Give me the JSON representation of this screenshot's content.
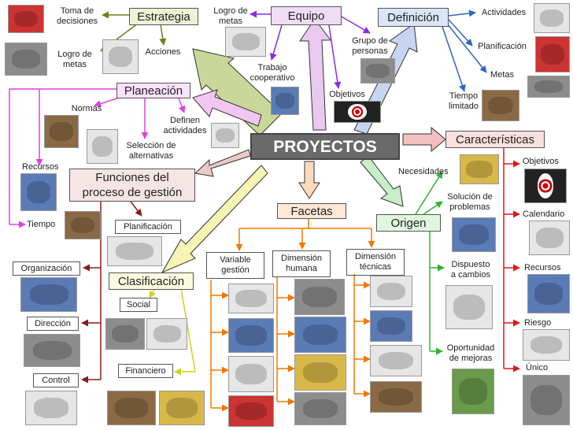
{
  "center": "PROYECTOS",
  "estrategia": {
    "title": "Estrategia",
    "toma": "Toma de\ndecisiones",
    "logro": "Logro de\nmetas",
    "acciones": "Acciones"
  },
  "equipo": {
    "title": "Equipo",
    "logro": "Logro de\nmetas",
    "trabajo": "Trabajo\ncooperativo",
    "grupo": "Grupo de\npersonas",
    "objetivos": "Objetivos"
  },
  "definicion": {
    "title": "Definición",
    "actividades": "Actividades",
    "planificacion": "Planificación",
    "metas": "Metas",
    "tiempo": "Tiempo\nlimitado"
  },
  "planeacion": {
    "title": "Planeación",
    "normas": "Normas",
    "definen": "Definen\nactividades",
    "seleccion": "Selección de\nalternativas",
    "recursos": "Recursos",
    "tiempo": "Tiempo"
  },
  "caracteristicas": {
    "title": "Características",
    "items": [
      "Objetivos",
      "Calendario",
      "Recursos",
      "Riesgo",
      "Único"
    ]
  },
  "funciones": {
    "title": "Funciones del\nproceso de gestión",
    "planificacion": "Planificación",
    "organizacion": "Organización",
    "direccion": "Dirección",
    "control": "Control"
  },
  "facetas": {
    "title": "Facetas",
    "variable": "Variable\ngestión",
    "humana": "Dimensión\nhumana",
    "tecnicas": "Dimensión\ntécnicas"
  },
  "origen": {
    "title": "Origen",
    "necesidades": "Necesidades",
    "solucion": "Solución de\nproblemas",
    "dispuesto": "Dispuesto\na cambios",
    "oportunidad": "Oportunidad\nde mejoras"
  },
  "clasificacion": {
    "title": "Clasificación",
    "social": "Social",
    "financiero": "Financiero"
  },
  "colors": {
    "estrategia": "#6b7f1e",
    "equipo": "#8a2be2",
    "definicion": "#2c66c4",
    "planeacion": "#e040e0",
    "caracteristicas": "#e01818",
    "funciones": "#8b1a1a",
    "facetas": "#f07800",
    "origen": "#2db52d",
    "clasificacion": "#d4d020"
  }
}
